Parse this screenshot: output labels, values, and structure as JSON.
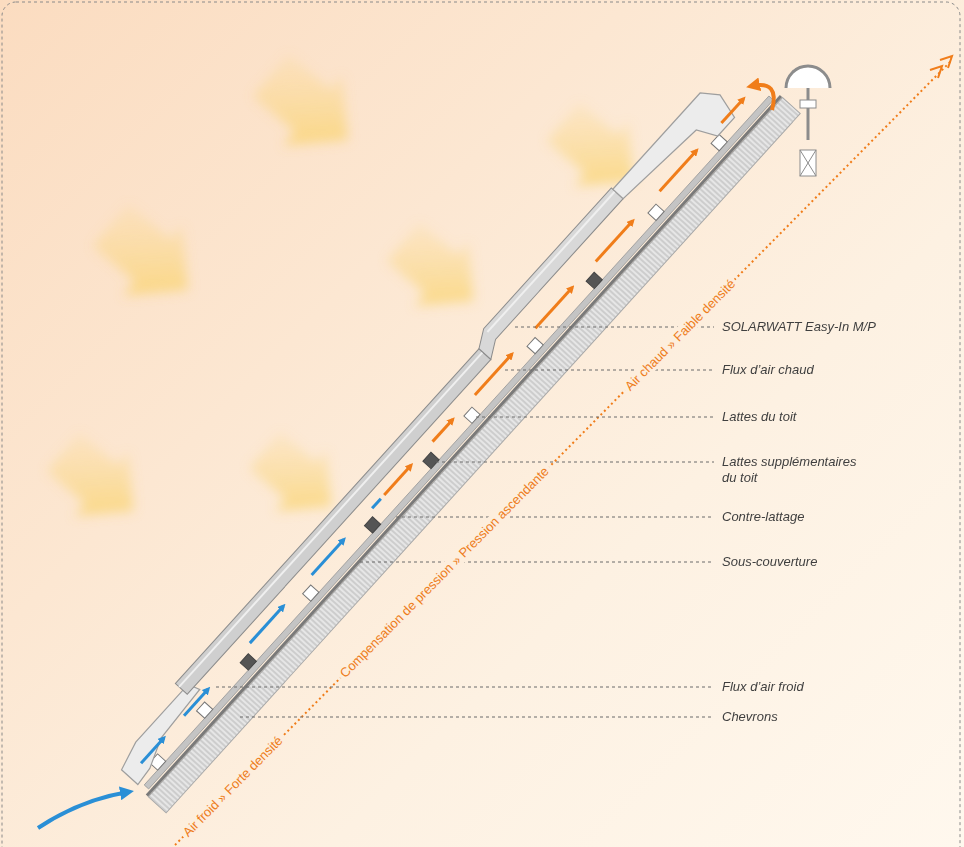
{
  "diagram": {
    "labels": [
      "Air froid » Forte densité",
      "Compensation de pression » Pression ascendante",
      "Air chaud » Faible densité",
      "SOLARWATT Easy-In M/P",
      "Flux d’air chaud",
      "Lattes du toit",
      "Lattes supplémentaires du toit",
      "Contre-lattage",
      "Sous-couverture",
      "Flux d’air froid",
      "Chevrons"
    ]
  }
}
